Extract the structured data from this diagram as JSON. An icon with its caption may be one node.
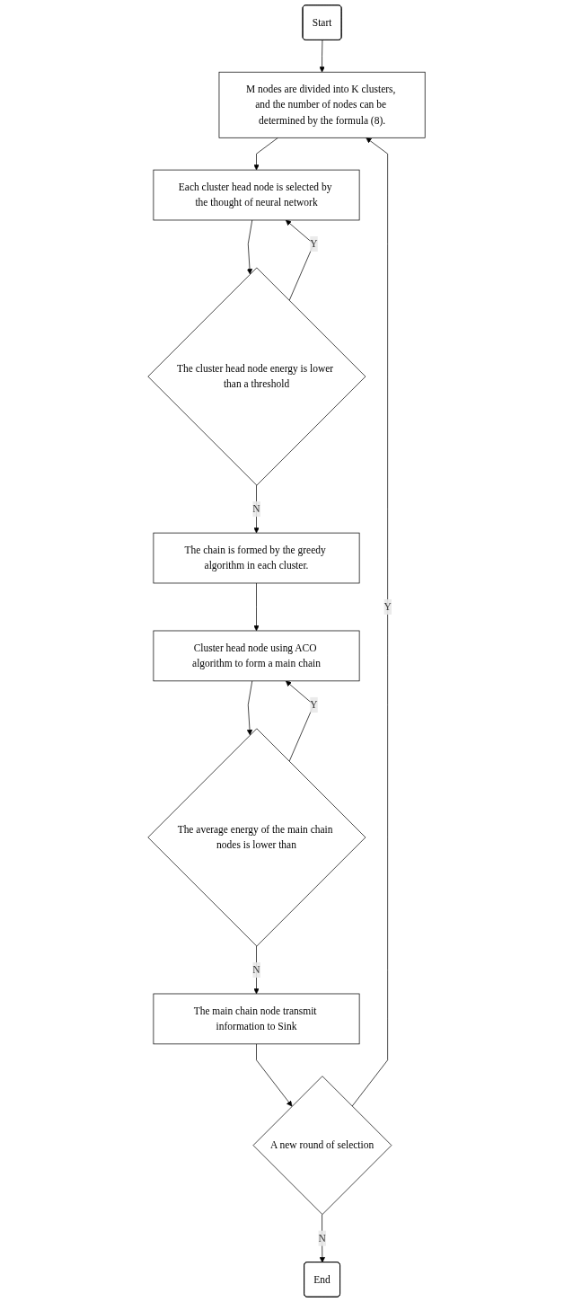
{
  "diagram": {
    "nodes": [
      {
        "text": [
          "Start"
        ]
      },
      {
        "text": [
          "M nodes are divided into K clusters, and the number of nodes can be determined by the formula (8)."
        ]
      },
      {
        "text": [
          "Each cluster head node is selected by the thought of neural network"
        ]
      },
      {
        "text": [
          "The cluster head node energy is lower than a threshold"
        ]
      },
      {
        "text": [
          "The chain is formed by the greedy algorithm in each cluster."
        ]
      },
      {
        "text": [
          "Cluster head node using ACO algorithm to form a main chain"
        ]
      },
      {
        "text": [
          "The average energy of the main chain nodes is lower than"
        ]
      },
      {
        "text": [
          "The main chain node transmit information to Sink"
        ]
      },
      {
        "text": [
          "A new round of selection"
        ]
      },
      {
        "text": [
          "End"
        ]
      }
    ],
    "edges": [
      {
        "from": 0,
        "to": 1,
        "arrow": "to"
      },
      {
        "from": 1,
        "to": 2,
        "arrow": "to"
      },
      {
        "from": 2,
        "to": 3,
        "arrow": "to"
      },
      {
        "from": 3,
        "to": 2,
        "arrow": "to",
        "label": "Y"
      },
      {
        "from": 3,
        "to": 4,
        "arrow": "to",
        "label": "N"
      },
      {
        "from": 4,
        "to": 5,
        "arrow": "to"
      },
      {
        "from": 5,
        "to": 6,
        "arrow": "to"
      },
      {
        "from": 6,
        "to": 5,
        "arrow": "to",
        "label": "Y"
      },
      {
        "from": 6,
        "to": 7,
        "arrow": "to",
        "label": "N"
      },
      {
        "from": 7,
        "to": 8,
        "arrow": "to"
      },
      {
        "from": 8,
        "to": 1,
        "arrow": "to",
        "label": "Y"
      },
      {
        "from": 8,
        "to": 9,
        "arrow": "to",
        "label": "N"
      }
    ]
  }
}
